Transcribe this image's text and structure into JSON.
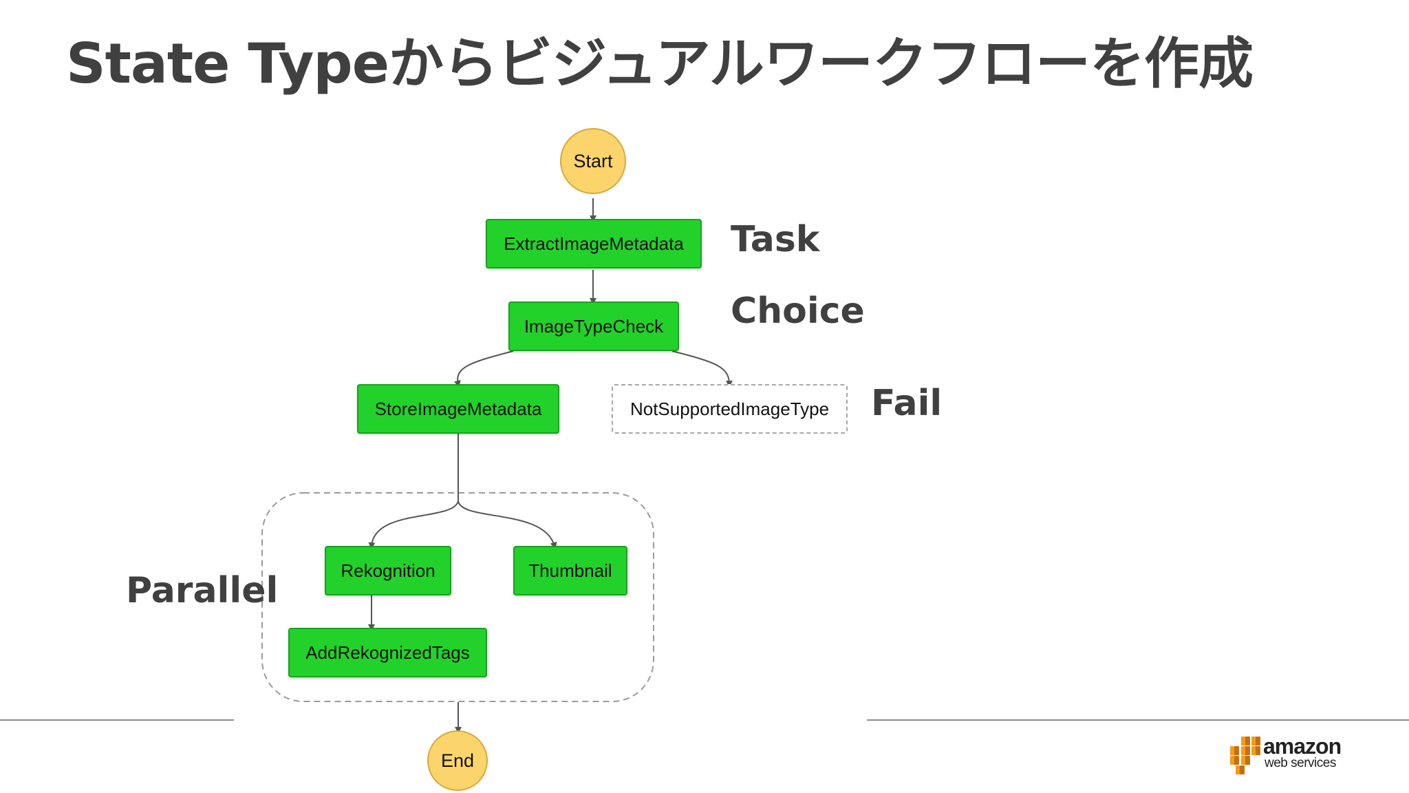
{
  "slide": {
    "title": "State Typeからビジュアルワークフローを作成"
  },
  "diagram": {
    "start": "Start",
    "end": "End",
    "states": {
      "extract": "ExtractImageMetadata",
      "check": "ImageTypeCheck",
      "store": "StoreImageMetadata",
      "not_supported": "NotSupportedImageType",
      "rekognition": "Rekognition",
      "thumbnail": "Thumbnail",
      "add_tags": "AddRekognizedTags"
    }
  },
  "state_types": {
    "task": "Task",
    "choice": "Choice",
    "fail": "Fail",
    "parallel": "Parallel"
  },
  "logo": {
    "word": "amazon",
    "sub": "web services"
  },
  "colors": {
    "task_fill": "#22d22a",
    "terminal_fill": "#fbd46b",
    "title_text": "#404040"
  }
}
